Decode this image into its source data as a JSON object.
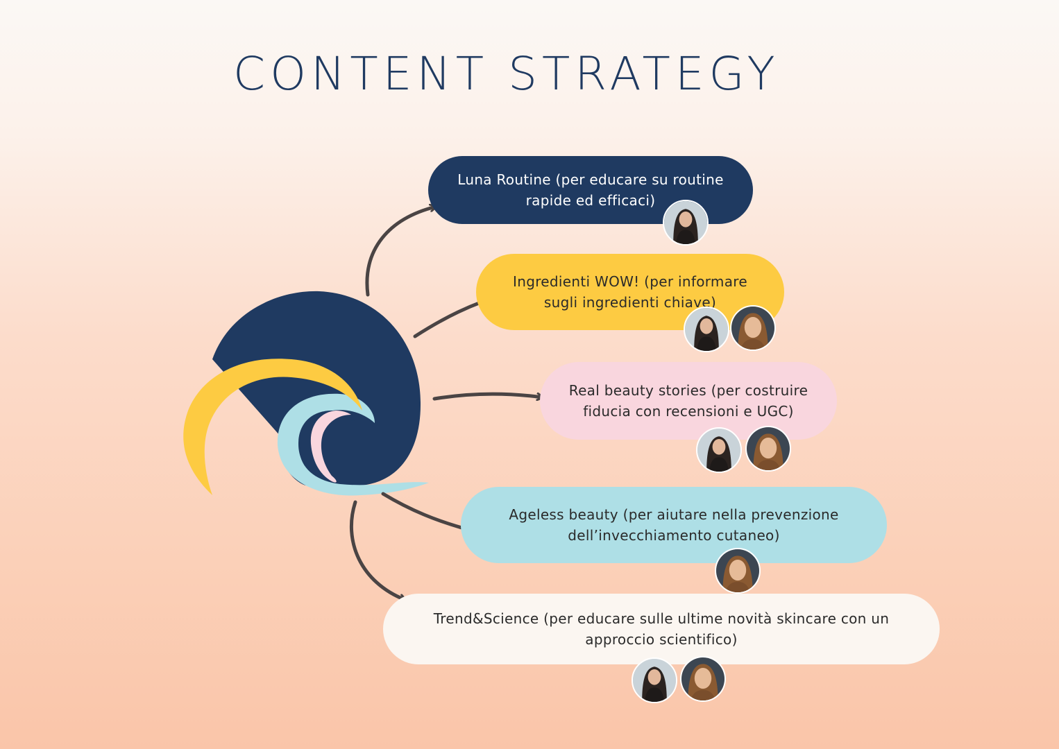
{
  "title": "CONTENT STRATEGY",
  "colors": {
    "navy": "#1f3a61",
    "yellow": "#fdcb42",
    "pink": "#f9d6de",
    "light_blue": "#aedfe6",
    "cream": "#fbf6f1",
    "arrow": "#4a4444"
  },
  "pillars": [
    {
      "label": "Luna Routine (per educare su routine rapide ed efficaci)",
      "color": "#1f3a61",
      "text_color": "#ffffff"
    },
    {
      "label": "Ingredienti WOW! (per informare sugli ingredienti chiave)",
      "color": "#fdcb42",
      "text_color": "#2a2a2a"
    },
    {
      "label": "Real beauty stories (per costruire fiducia con recensioni e UGC)",
      "color": "#f9d6de",
      "text_color": "#2a2a2a"
    },
    {
      "label": "Ageless beauty (per aiutare nella prevenzione dell’invecchiamento cutaneo)",
      "color": "#aedfe6",
      "text_color": "#2a2a2a"
    },
    {
      "label": "Trend&Science (per educare sulle ultime novità skincare con un approccio scientifico)",
      "color": "#fbf6f1",
      "text_color": "#2a2a2a"
    }
  ],
  "icons": {
    "logo": "wave-logo-icon",
    "arrow": "curved-arrow-icon",
    "avatar_a": "dark-haired-woman-avatar",
    "avatar_b": "blonde-woman-avatar"
  }
}
